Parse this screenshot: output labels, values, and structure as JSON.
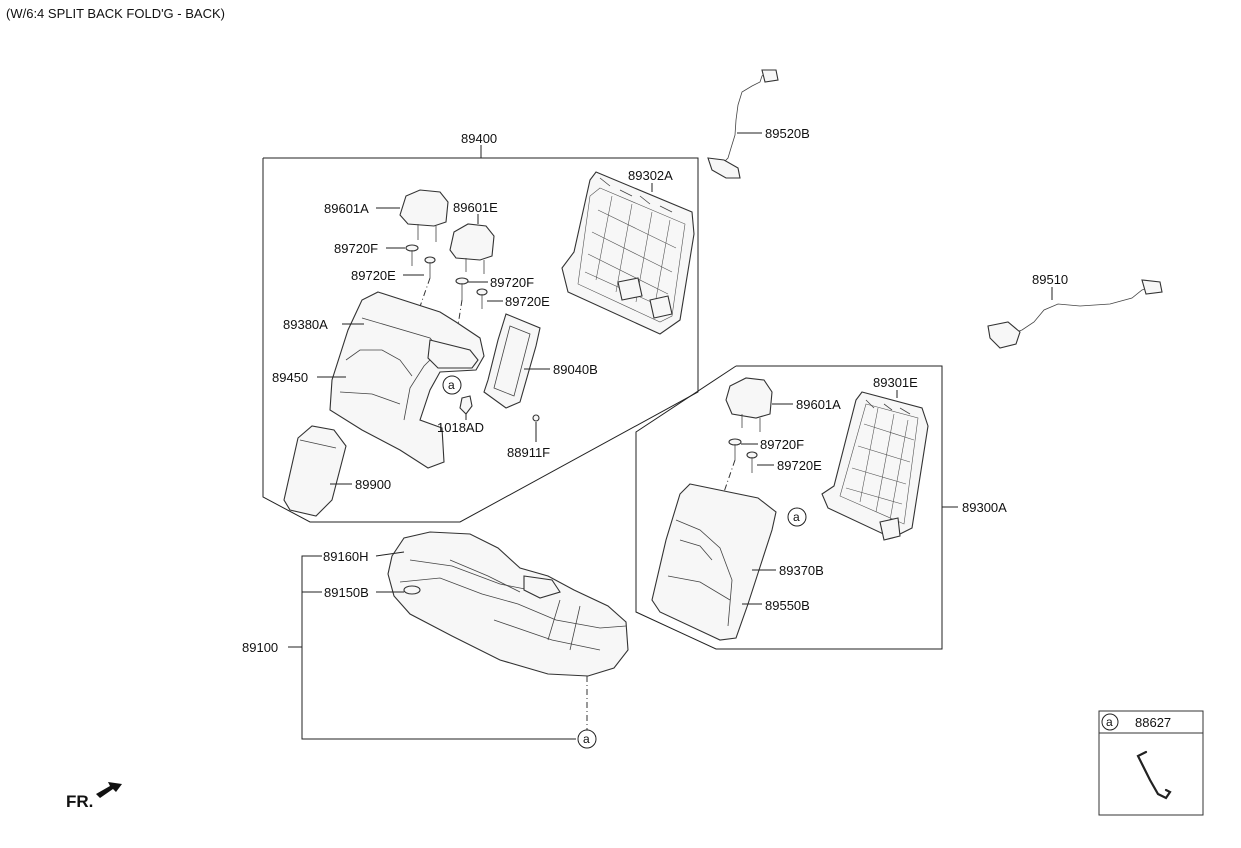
{
  "header": {
    "title": "(W/6:4 SPLIT BACK FOLD'G - BACK)"
  },
  "front_label": "FR.",
  "callout_symbol": "a",
  "parts": {
    "p89400": "89400",
    "p89520B": "89520B",
    "p89302A": "89302A",
    "p89601A_left": "89601A",
    "p89601E": "89601E",
    "p89720F_left": "89720F",
    "p89720E_left": "89720E",
    "p89720F_mid": "89720F",
    "p89720E_mid": "89720E",
    "p89380A": "89380A",
    "p89040B": "89040B",
    "p89450": "89450",
    "p1018AD": "1018AD",
    "p88911F": "88911F",
    "p89900": "89900",
    "p89510": "89510",
    "p89301E": "89301E",
    "p89601A_right": "89601A",
    "p89720F_right": "89720F",
    "p89720E_right": "89720E",
    "p89300A": "89300A",
    "p89370B": "89370B",
    "p89550B": "89550B",
    "p89160H": "89160H",
    "p89150B": "89150B",
    "p89100": "89100"
  },
  "legend": {
    "symbol": "a",
    "part": "88627"
  }
}
